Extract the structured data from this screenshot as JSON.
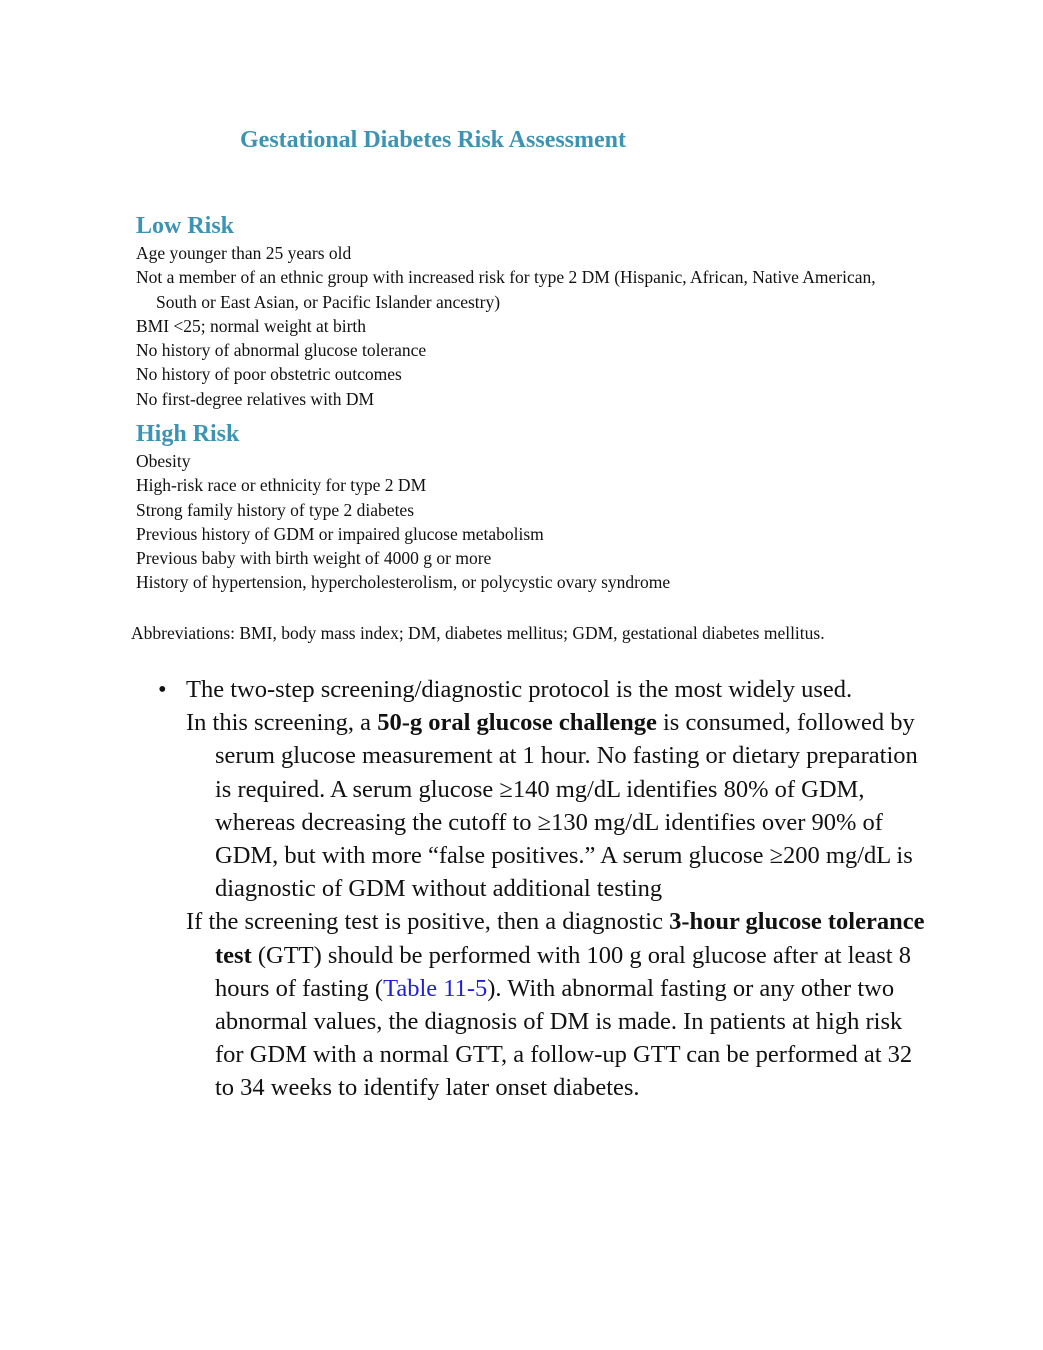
{
  "title": "Gestational Diabetes Risk Assessment",
  "low_risk": {
    "heading": "Low Risk",
    "items": [
      "Age younger than 25 years old",
      "Not a member of an ethnic group with increased risk for type 2 DM (Hispanic, African, Native American, South or East Asian, or Pacific Islander ancestry)",
      "BMI <25; normal weight at birth",
      "No history of abnormal glucose tolerance",
      "No history of poor obstetric outcomes",
      "No first-degree relatives with DM"
    ]
  },
  "high_risk": {
    "heading": "High Risk",
    "items": [
      "Obesity",
      "High-risk race or ethnicity for type 2 DM",
      "Strong family history of type 2 diabetes",
      "Previous history of GDM or impaired glucose metabolism",
      "Previous baby with birth weight of 4000 g or more",
      "History of hypertension, hypercholesterolism, or polycystic ovary syndrome"
    ]
  },
  "abbreviations": "Abbreviations: BMI, body mass index; DM, diabetes mellitus; GDM, gestational diabetes mellitus.",
  "bullet": {
    "symbol": "•",
    "lead": "The two-step screening/diagnostic protocol is the most widely used.",
    "p1_pre": "In this screening, a ",
    "p1_bold": "50-g oral glucose challenge",
    "p1_post": " is consumed, followed by serum glucose measurement at 1 hour. No fasting or dietary preparation is required. A serum glucose ≥140 mg/dL identifies 80% of GDM, whereas decreasing the cutoff to ≥130 mg/dL identifies over 90% of GDM, but with more “false positives.” A serum glucose ≥200 mg/dL is diagnostic of GDM without additional testing",
    "p2_pre": "If the screening test is positive, then a diagnostic ",
    "p2_bold": "3-hour glucose tolerance test",
    "p2_mid": " (GTT) should be performed with 100 g oral glucose after at least 8 hours of fasting (",
    "p2_link": "Table 11-5",
    "p2_post": "). With abnormal fasting or any other two abnormal values, the diagnosis of DM is made. In patients at high risk for GDM with a normal GTT, a follow-up GTT can be performed at 32 to 34 weeks to identify later onset diabetes."
  }
}
